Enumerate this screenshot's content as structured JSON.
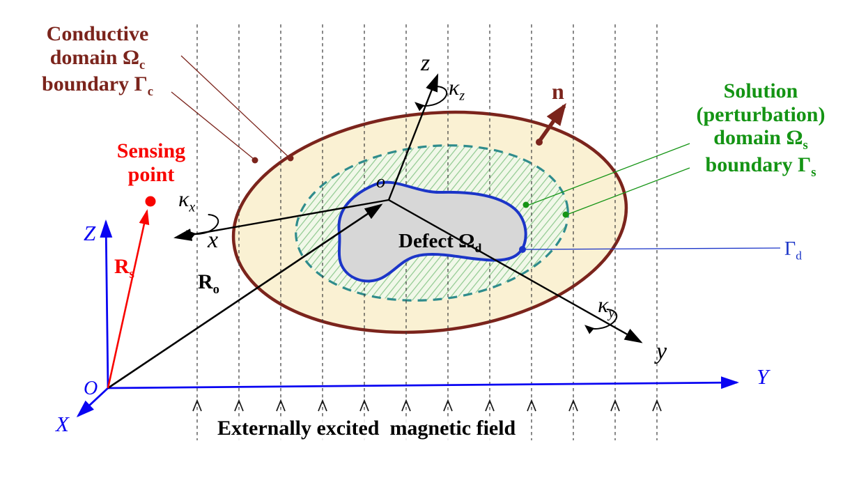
{
  "colors": {
    "conductive_boundary": "#7B241C",
    "conductive_fill": "#FAF1D3",
    "solution_boundary_teal": "#2F8C8C",
    "solution_hatch_green": "#8FC98F",
    "defect_outline_blue": "#1B35C8",
    "defect_fill_gray": "#D7D7D7",
    "global_axis_blue": "#0904F2",
    "sensing_red": "#F80400",
    "solution_text_green": "#149414"
  },
  "conductive_label": {
    "line1": "Conductive",
    "line2": "domain Ω",
    "line2_sub": "c",
    "line3": "boundary Γ",
    "line3_sub": "c"
  },
  "sensing_label": {
    "line1": "Sensing",
    "line2": "point"
  },
  "solution_label": {
    "line1": "Solution",
    "line2": "(perturbation)",
    "line3": "domain Ω",
    "line3_sub": "s",
    "line4": "boundary Γ",
    "line4_sub": "s"
  },
  "defect_label": {
    "text": "Defect Ω",
    "sub": "d"
  },
  "defect_boundary_label": {
    "text": "Γ",
    "sub": "d"
  },
  "normal_label": "n",
  "field_caption": "Externally excited  magnetic field",
  "global_axes": {
    "origin": "O",
    "x": "X",
    "y": "Y",
    "z": "Z"
  },
  "local_axes": {
    "origin": "o",
    "x": "x",
    "y": "y",
    "z": "z"
  },
  "rotation_labels": {
    "kappa": "κ",
    "x_sub": "x",
    "y_sub": "y",
    "z_sub": "z"
  },
  "vector_labels": {
    "sensing": "R",
    "sensing_sub": "s",
    "origin": "R",
    "origin_sub": "o"
  }
}
